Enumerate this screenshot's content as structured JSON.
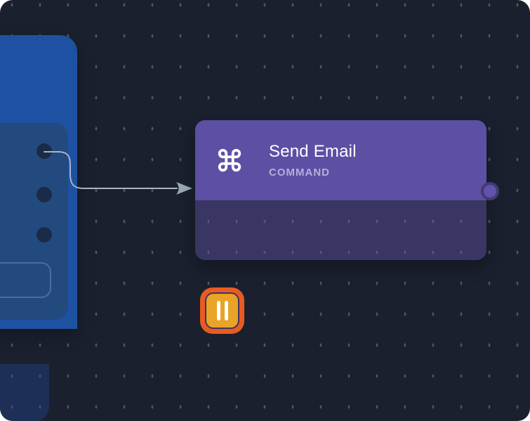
{
  "canvas": {
    "background_color": "#1a202e",
    "grid_dot_color": "#50545e"
  },
  "connection": {
    "color": "#a9b6c3",
    "from": "left-node-port-1",
    "to": "send-email-node"
  },
  "left_node": {
    "color": "#1e51a1",
    "port_count": 3
  },
  "send_email_node": {
    "title": "Send Email",
    "type_label": "COMMAND",
    "header_color": "#5d4fa4",
    "footer_color": "#393156",
    "icon": "command-icon",
    "status": {
      "icon": "pause-icon",
      "ring_color": "#e85b21",
      "fill_color": "#e9a326"
    }
  }
}
